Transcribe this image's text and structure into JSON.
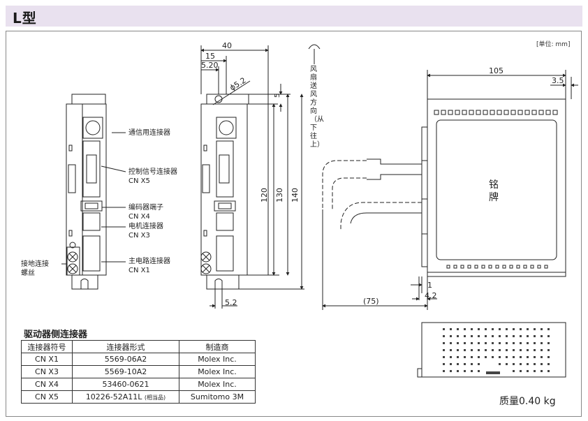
{
  "header": {
    "title": "L型"
  },
  "unit_note": "[单位: mm]",
  "front_view": {
    "labels": {
      "comm": "通信用连接器",
      "ctrl_1": "控制信号连接器",
      "ctrl_2": "CN X5",
      "enc_1": "编码器端子",
      "enc_2": "CN X4",
      "motor_1": "电机连接器",
      "motor_2": "CN X3",
      "main_1": "主电路连接器",
      "main_2": "CN X1",
      "ground_1": "接地连接",
      "ground_2": "螺丝"
    }
  },
  "dims": {
    "w40": "40",
    "w15": "15",
    "w520": "5.20",
    "phi": "ϕ5.2",
    "d5": "5",
    "h120": "120",
    "h130": "130",
    "h140": "140",
    "b52": "5.2",
    "d105": "105",
    "d35": "3.5",
    "d1": "1",
    "d42": "4.2",
    "d75": "(75)"
  },
  "airflow": "风扇送风方向（从下往上）",
  "nameplate": "铭牌",
  "connector_table": {
    "title": "驱动器侧连接器",
    "headers": [
      "连接器符号",
      "连接器形式",
      "制造商"
    ],
    "rows": [
      {
        "sym": "CN X1",
        "form": "5569-06A2",
        "form_note": "",
        "maker": "Molex Inc."
      },
      {
        "sym": "CN X3",
        "form": "5569-10A2",
        "form_note": "",
        "maker": "Molex Inc."
      },
      {
        "sym": "CN X4",
        "form": "53460-0621",
        "form_note": "",
        "maker": "Molex Inc."
      },
      {
        "sym": "CN X5",
        "form": "10226-52A11L",
        "form_note": "(相当品)",
        "maker": "Sumitomo 3M"
      }
    ]
  },
  "mass": "质量0.40 kg"
}
